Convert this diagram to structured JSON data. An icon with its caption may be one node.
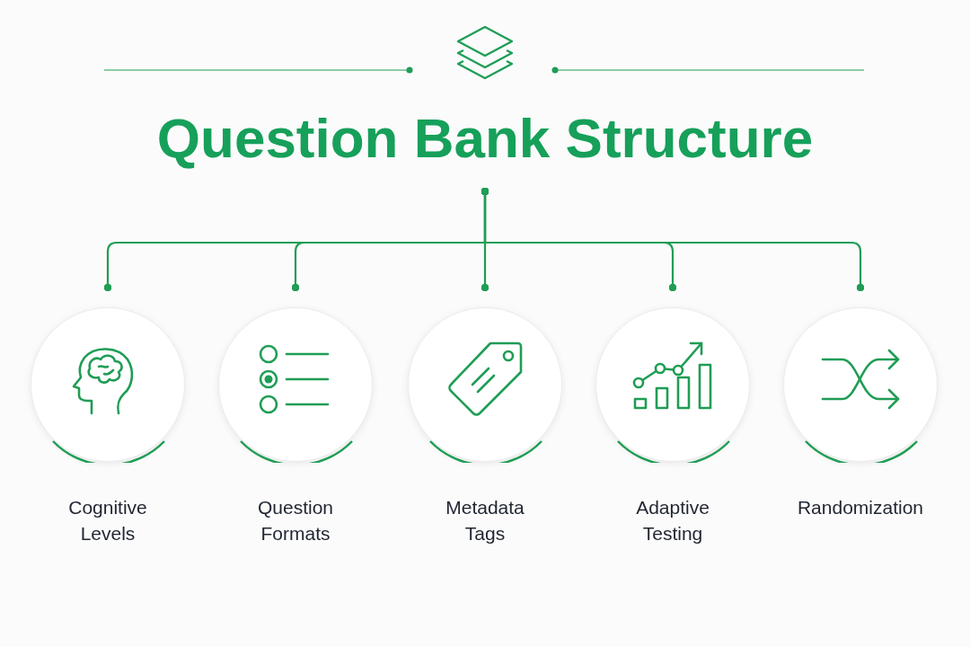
{
  "diagram": {
    "nodes": [
      {
        "text": [
          "Question Bank Structure"
        ]
      },
      {
        "text": [
          "Cognitive Levels"
        ]
      },
      {
        "text": [
          "Question Formats"
        ]
      },
      {
        "text": [
          "Metadata Tags"
        ]
      },
      {
        "text": [
          "Adaptive Testing"
        ]
      },
      {
        "text": [
          "Randomization"
        ]
      }
    ],
    "edges": [
      {
        "from": 0,
        "to": 1,
        "arrow": "other"
      },
      {
        "from": 0,
        "to": 2,
        "arrow": "other"
      },
      {
        "from": 0,
        "to": 3,
        "arrow": "other"
      },
      {
        "from": 0,
        "to": 4,
        "arrow": "other"
      },
      {
        "from": 0,
        "to": 5,
        "arrow": "other"
      }
    ]
  }
}
